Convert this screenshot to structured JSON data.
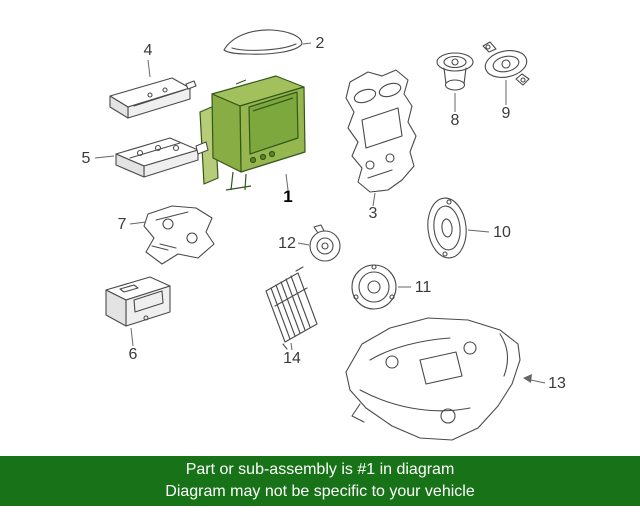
{
  "banner": {
    "line1": "Part or sub-assembly is #1 in diagram",
    "line2": "Diagram may not be specific to your vehicle",
    "background_color": "#187318",
    "text_color": "#ffffff"
  },
  "colors": {
    "highlight_main": "#a2c05c",
    "highlight_screen": "#7da83e",
    "highlight_stroke": "#33571a",
    "line_art": "#4a4a4a"
  },
  "parts": [
    {
      "number": "1",
      "highlighted": true
    },
    {
      "number": "2",
      "highlighted": false
    },
    {
      "number": "3",
      "highlighted": false
    },
    {
      "number": "4",
      "highlighted": false
    },
    {
      "number": "5",
      "highlighted": false
    },
    {
      "number": "6",
      "highlighted": false
    },
    {
      "number": "7",
      "highlighted": false
    },
    {
      "number": "8",
      "highlighted": false
    },
    {
      "number": "9",
      "highlighted": false
    },
    {
      "number": "10",
      "highlighted": false
    },
    {
      "number": "11",
      "highlighted": false
    },
    {
      "number": "12",
      "highlighted": false
    },
    {
      "number": "13",
      "highlighted": false
    },
    {
      "number": "14",
      "highlighted": false
    }
  ]
}
